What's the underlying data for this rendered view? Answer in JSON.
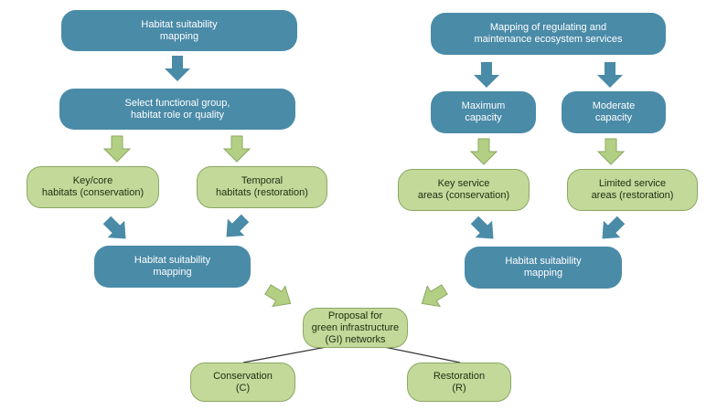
{
  "colors": {
    "blue_box": "#4a8ba8",
    "green_box": "#c2d99a",
    "green_border": "#8aa862",
    "blue_arrow": "#4a8ba8",
    "green_arrow": "#b3cf83",
    "line": "#333333"
  },
  "nodes": {
    "habitat_suitability_top": "Habitat suitability\nmapping",
    "mapping_ecosystem_services": "Mapping of regulating and\nmaintenance ecosystem services",
    "select_functional_group": "Select functional group,\nhabitat role or quality",
    "maximum_capacity": "Maximum\ncapacity",
    "moderate_capacity": "Moderate\ncapacity",
    "key_core_habitats": "Key/core\nhabitats (conservation)",
    "temporal_habitats": "Temporal\nhabitats (restoration)",
    "key_service_areas": "Key service\nareas (conservation)",
    "limited_service_areas": "Limited service\nareas (restoration)",
    "habitat_suitability_left": "Habitat suitability\nmapping",
    "habitat_suitability_right": "Habitat suitability\nmapping",
    "proposal_gi": "Proposal for\ngreen infrastructure\n(GI) networks",
    "conservation": "Conservation\n(C)",
    "restoration": "Restoration\n(R)"
  }
}
